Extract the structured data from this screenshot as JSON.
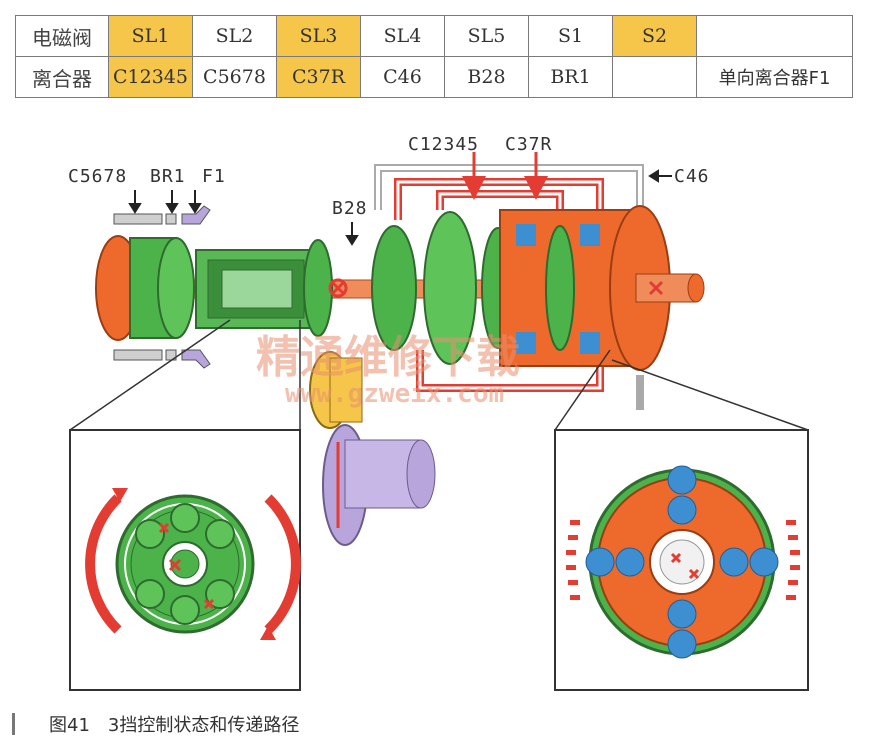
{
  "table": {
    "row1": [
      {
        "text": "电磁阀",
        "hl": false
      },
      {
        "text": "SL1",
        "hl": true
      },
      {
        "text": "SL2",
        "hl": false
      },
      {
        "text": "SL3",
        "hl": true
      },
      {
        "text": "SL4",
        "hl": false
      },
      {
        "text": "SL5",
        "hl": false
      },
      {
        "text": "S1",
        "hl": false
      },
      {
        "text": "S2",
        "hl": true
      },
      {
        "text": "",
        "hl": false
      }
    ],
    "row2": [
      {
        "text": "离合器",
        "hl": false
      },
      {
        "text": "C12345",
        "hl": true
      },
      {
        "text": "C5678",
        "hl": false
      },
      {
        "text": "C37R",
        "hl": true
      },
      {
        "text": "C46",
        "hl": false
      },
      {
        "text": "B28",
        "hl": false
      },
      {
        "text": "BR1",
        "hl": false
      },
      {
        "text": "",
        "hl": false
      },
      {
        "text": "单向离合器F1",
        "hl": false
      }
    ]
  },
  "labels": {
    "c5678": "C5678",
    "br1": "BR1",
    "f1": "F1",
    "b28": "B28",
    "c12345": "C12345",
    "c37r": "C37R",
    "c46": "C46"
  },
  "watermark": {
    "main": "精通维修下载",
    "url": "www.gzweix.com"
  },
  "caption": {
    "figure": "图41",
    "title": "3挡控制状态和传递路径"
  },
  "colors": {
    "green": "#4cb34a",
    "green_dark": "#2f8a32",
    "orange": "#ee6a2c",
    "blue": "#3d8fd2",
    "red": "#e33c32",
    "yellow": "#f6c64a",
    "purple": "#b8a5dc",
    "gray": "#b8b8b8"
  }
}
